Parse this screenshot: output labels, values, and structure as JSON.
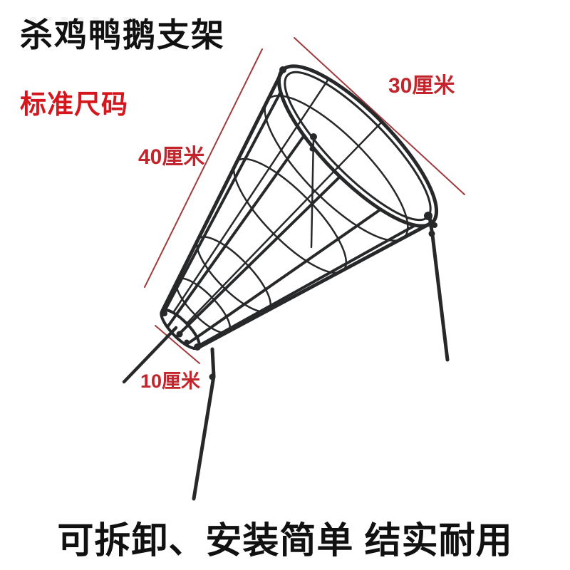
{
  "image": {
    "kind": "product-listing-photo",
    "background_color": "#ffffff"
  },
  "title": {
    "text": "杀鸡鸭鹅支架",
    "color": "#111111"
  },
  "size_note": {
    "text": "标准尺码",
    "color": "#d6161d"
  },
  "dimensions": {
    "line_color": "#a13a3c",
    "label_color": "#c2262c",
    "mouth_width": {
      "text": "30厘米"
    },
    "side_length": {
      "text": "40厘米"
    },
    "tip_width": {
      "text": "10厘米"
    }
  },
  "tagline": {
    "text": "可拆卸、安装简单 结实耐用",
    "color": "#111111"
  },
  "illustration": {
    "subject": "wire-poultry-slaughter-cone-stand",
    "wire_color": "#26282a"
  }
}
